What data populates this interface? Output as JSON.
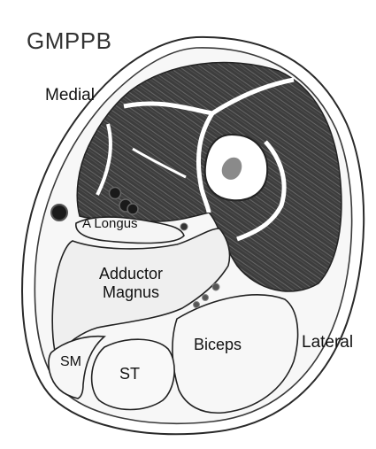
{
  "title": "GMPPB",
  "labels": {
    "medial": "Medial",
    "lateral": "Lateral",
    "a_longus": "A Longus",
    "adductor_magnus_line1": "Adductor",
    "adductor_magnus_line2": "Magnus",
    "biceps": "Biceps",
    "sm": "SM",
    "st": "ST"
  },
  "colors": {
    "muscle_dark": "#3a3a3a",
    "muscle_pale": "#f0f0f0",
    "fascia": "#ffffff",
    "outline": "#2a2a2a",
    "bone_marrow": "#8a8a8a"
  }
}
